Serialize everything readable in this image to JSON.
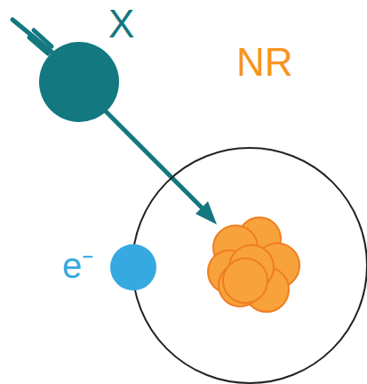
{
  "diagram": {
    "nodes": [
      {
        "text": [
          "X"
        ]
      },
      {
        "text": [
          "e⁻"
        ]
      }
    ],
    "labels": [
      "NR"
    ]
  }
}
